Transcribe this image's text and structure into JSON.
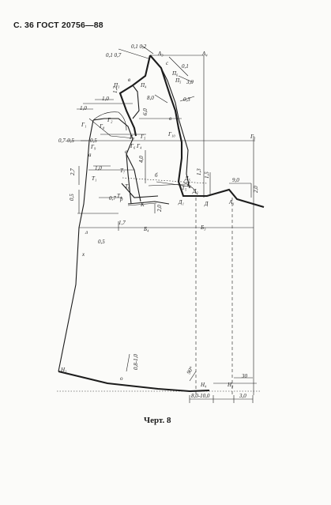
{
  "header": {
    "text": "С. 36 ГОСТ 20756—88"
  },
  "caption": {
    "text": "Черт. 8"
  },
  "labels": {
    "A3": "А₃",
    "A4": "А₄",
    "c": "с",
    "P3": "П₃",
    "P4": "П₄",
    "P5": "П₅",
    "P6": "П₆",
    "v": "в",
    "a": "а",
    "G1": "Г₁",
    "G2": "Г₂",
    "G3": "Г₃",
    "G4": "Г₄",
    "G5": "Г₅",
    "G6": "Г₆",
    "G7": "Г₇",
    "G8": "Г₈",
    "G9": "Г₉",
    "G10": "Г₁₀",
    "T1": "Т₁",
    "T3": "Т₃",
    "T4": "Т₄",
    "T5": "Т₅",
    "T6": "Т₆",
    "T7": "Т₇",
    "b": "б",
    "b3": "Б₃",
    "b4": "Б₄",
    "D": "Д",
    "D1": "Д₁",
    "D2": "Д₂",
    "D5": "Д₅",
    "A1": "А₁",
    "K": "К",
    "H1": "Н₁",
    "H3": "Н₃",
    "H4": "Н₄",
    "x": "х",
    "o": "о",
    "p": "р",
    "e": "е",
    "l": "л"
  },
  "dimensions": {
    "d01_07a": "0,1 0,7",
    "d01_02": "0,1 0,2",
    "d01": "0,1",
    "d30": "3,0",
    "d80": "8,0",
    "d03": "0,3",
    "d10": "1,0",
    "d12": "1,2",
    "d10b": "1,0",
    "d60": "6,0",
    "d07_05": "0,7-0,5",
    "d05": "0,5",
    "d40": "4,0",
    "d27": "2,7",
    "d10c": "1,0",
    "d07": "0,7",
    "d17": "1,7",
    "d05b": "0,5",
    "d13": "1,3",
    "d15": "1,5",
    "d20": "2,0",
    "d90": "9,0",
    "d20b": "2,0",
    "d05c": "0,5",
    "d08_10": "0,8-1,0",
    "d90deg": "90°",
    "d30b": "30",
    "d80_100": "8,0-10,0",
    "d30c": "3,0"
  }
}
